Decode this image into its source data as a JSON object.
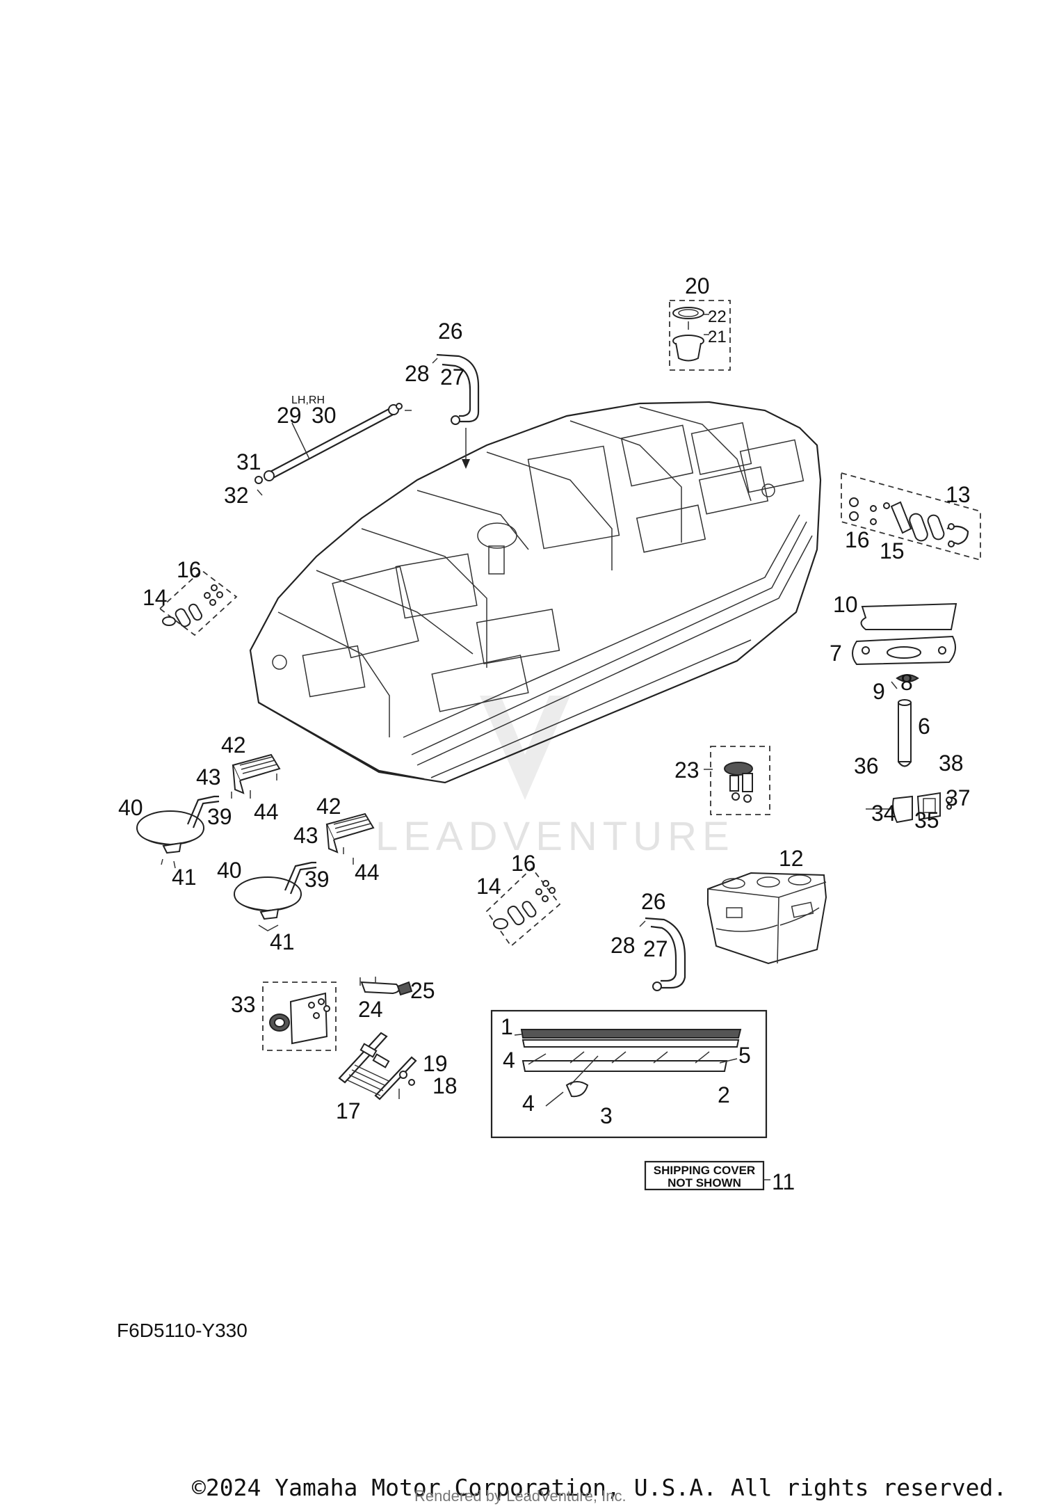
{
  "diagram": {
    "drawing_code": "F6D5110-Y330",
    "copyright": "©2024 Yamaha Motor Corporation, U.S.A. All rights reserved.",
    "rendered_by": "Rendered by LeadVenture, Inc.",
    "watermark": "LEADVENTURE",
    "side_label": "LH,RH",
    "shipping_cover_note": [
      "SHIPPING COVER",
      "NOT SHOWN"
    ],
    "callouts": {
      "c1": "1",
      "c2": "2",
      "c3": "3",
      "c4a": "4",
      "c4b": "4",
      "c5": "5",
      "c6": "6",
      "c7": "7",
      "c8": "8",
      "c9": "9",
      "c10": "10",
      "c11": "11",
      "c12": "12",
      "c13": "13",
      "c14a": "14",
      "c14b": "14",
      "c15": "15",
      "c16a": "16",
      "c16b": "16",
      "c16c": "16",
      "c17": "17",
      "c18": "18",
      "c19": "19",
      "c20": "20",
      "c21": "21",
      "c22": "22",
      "c23": "23",
      "c24": "24",
      "c25": "25",
      "c26a": "26",
      "c26b": "26",
      "c27a": "27",
      "c27b": "27",
      "c28a": "28",
      "c28b": "28",
      "c29": "29",
      "c30": "30",
      "c31": "31",
      "c32": "32",
      "c33": "33",
      "c34": "34",
      "c35": "35",
      "c36": "36",
      "c37": "37",
      "c38": "38",
      "c39a": "39",
      "c39b": "39",
      "c40a": "40",
      "c40b": "40",
      "c41a": "41",
      "c41b": "41",
      "c42a": "42",
      "c42b": "42",
      "c43a": "43",
      "c43b": "43",
      "c44a": "44",
      "c44b": "44"
    }
  }
}
